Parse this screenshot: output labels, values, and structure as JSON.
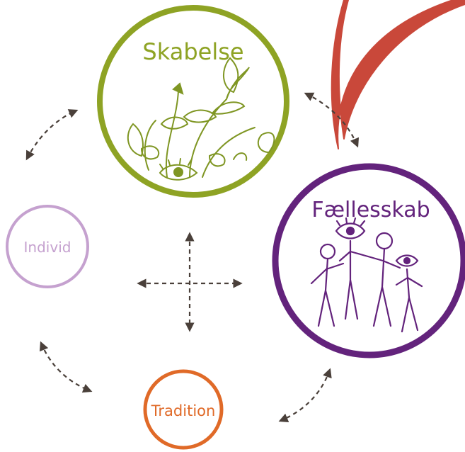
{
  "nodes": {
    "skabelse": {
      "label": "Skabelse",
      "color": "#8ea324",
      "illustration": "sprouting-plants-with-eye"
    },
    "faellesskab": {
      "label": "Fællesskab",
      "color": "#63237c",
      "illustration": "group-of-stick-figures-with-eyes"
    },
    "individ": {
      "label": "Individ",
      "color": "#c5a1cf"
    },
    "tradition": {
      "label": "Tradition",
      "color": "#e06a28"
    }
  },
  "accent_color": "#c9483a",
  "connector_color": "#4a403a"
}
